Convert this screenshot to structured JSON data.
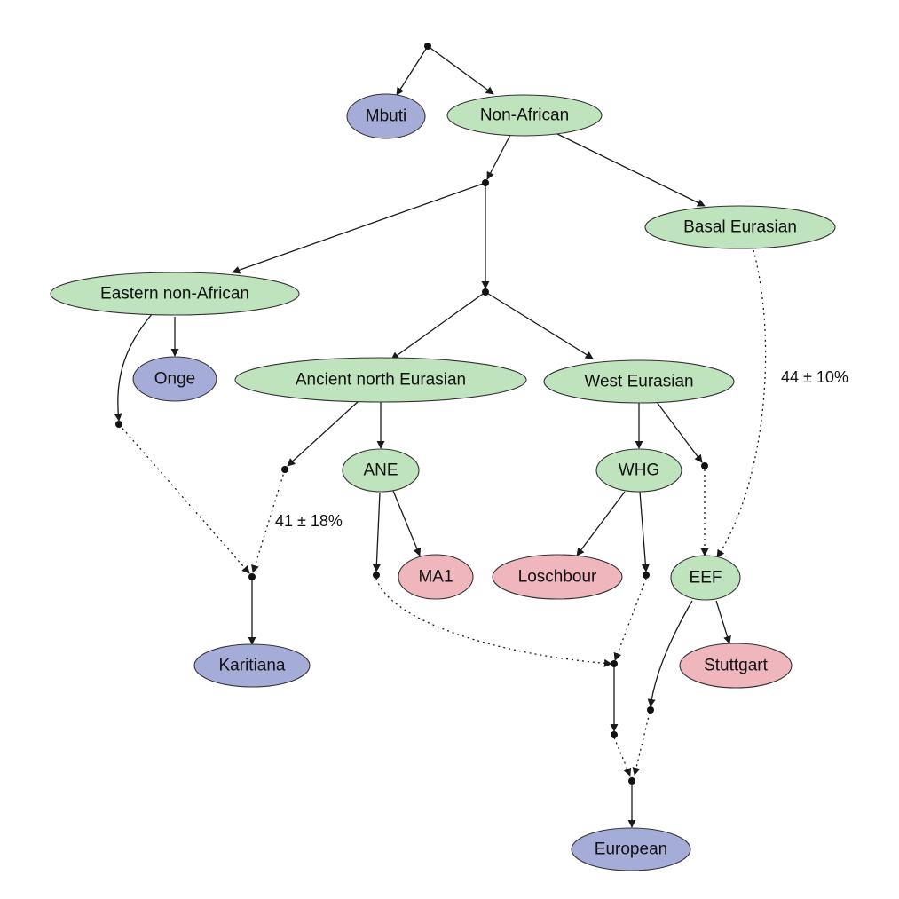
{
  "colors": {
    "modern": "#a6acd8",
    "ancient": "#efb6bd",
    "inferred": "#bfe3bd",
    "edge": "#1a1a1a"
  },
  "diagram": {
    "nodes": [
      {
        "id": "mbuti",
        "label": "Mbuti",
        "kind": "modern"
      },
      {
        "id": "non-african",
        "label": "Non-African",
        "kind": "inferred"
      },
      {
        "id": "basal-eurasian",
        "label": "Basal Eurasian",
        "kind": "inferred"
      },
      {
        "id": "eastern-non-african",
        "label": "Eastern non-African",
        "kind": "inferred"
      },
      {
        "id": "onge",
        "label": "Onge",
        "kind": "modern"
      },
      {
        "id": "ancient-north-eurasian",
        "label": "Ancient north Eurasian",
        "kind": "inferred"
      },
      {
        "id": "west-eurasian",
        "label": "West Eurasian",
        "kind": "inferred"
      },
      {
        "id": "ane",
        "label": "ANE",
        "kind": "inferred"
      },
      {
        "id": "whg",
        "label": "WHG",
        "kind": "inferred"
      },
      {
        "id": "ma1",
        "label": "MA1",
        "kind": "ancient"
      },
      {
        "id": "loschbour",
        "label": "Loschbour",
        "kind": "ancient"
      },
      {
        "id": "eef",
        "label": "EEF",
        "kind": "inferred"
      },
      {
        "id": "stuttgart",
        "label": "Stuttgart",
        "kind": "ancient"
      },
      {
        "id": "karitiana",
        "label": "Karitiana",
        "kind": "modern"
      },
      {
        "id": "european",
        "label": "European",
        "kind": "modern"
      }
    ],
    "edge_labels": [
      {
        "id": "basal-eurasian-admixture",
        "text": "44 ± 10%"
      },
      {
        "id": "ane-karitiana-admixture",
        "text": "41 ± 18%"
      }
    ]
  }
}
